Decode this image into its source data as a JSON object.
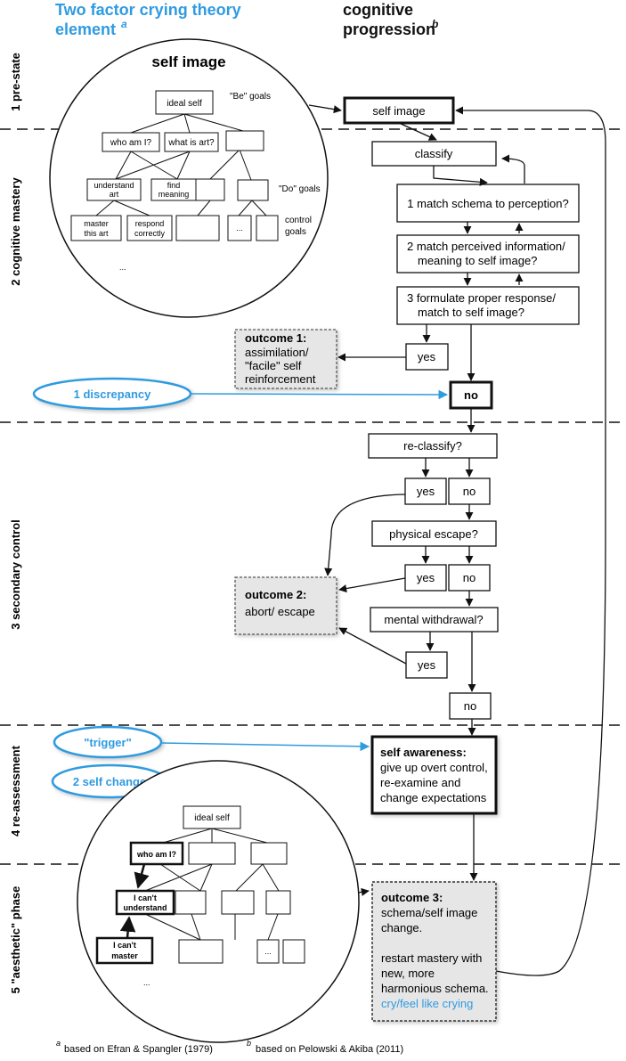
{
  "header": {
    "left_title_line1": "Two factor crying theory",
    "left_title_line2": "element",
    "left_sup": "a",
    "right_title_line1": "cognitive",
    "right_title_line2": "progression",
    "right_sup": "b"
  },
  "phases": {
    "p1": "1 pre-state",
    "p2": "2 cognitive mastery",
    "p3": "3 secondary control",
    "p4": "4 re-assessment",
    "p5": "5 \"aesthetic\" phase"
  },
  "self_image_circle": {
    "title": "self image",
    "ideal_self": "ideal self",
    "be_goals": "\"Be\" goals",
    "who_am_i": "who am I?",
    "what_is_art": "what is art?",
    "understand_art_1": "understand",
    "understand_art_2": "art",
    "find_meaning_1": "find",
    "find_meaning_2": "meaning",
    "do_goals": "\"Do\" goals",
    "master_1": "master",
    "master_2": "this art",
    "respond_1": "respond",
    "respond_2": "correctly",
    "dots": "...",
    "control_goals_1": "control",
    "control_goals_2": "goals",
    "ellipsis": "..."
  },
  "flow": {
    "self_image": "self image",
    "classify": "classify",
    "q1": "1 match schema to perception?",
    "q2_1": "2 match perceived information/",
    "q2_2": "meaning to self image?",
    "q3_1": "3 formulate proper response/",
    "q3_2": "match to self image?",
    "yes1": "yes",
    "no1": "no",
    "reclassify": "re-classify?",
    "yes2": "yes",
    "no2": "no",
    "physical_escape": "physical escape?",
    "yes3": "yes",
    "no3": "no",
    "mental_withdrawal": "mental withdrawal?",
    "yes4": "yes",
    "no4": "no",
    "self_awareness_title": "self awareness:",
    "self_awareness_1": "give up overt control,",
    "self_awareness_2": "re-examine and",
    "self_awareness_3": "change expectations"
  },
  "outcomes": {
    "o1_title": "outcome 1:",
    "o1_1": "assimilation/",
    "o1_2": "\"facile\" self",
    "o1_3": "reinforcement",
    "o2_title": "outcome 2:",
    "o2_1": "abort/ escape",
    "o3_title": "outcome 3:",
    "o3_1": "schema/self image",
    "o3_2": "change.",
    "o3_3": "restart mastery with",
    "o3_4": "new, more",
    "o3_5": "harmonious schema.",
    "o3_6": "cry/feel like crying"
  },
  "ovals": {
    "discrepancy": "1 discrepancy",
    "trigger": "\"trigger\"",
    "self_change": "2 self change"
  },
  "changed_circle": {
    "ideal_self": "ideal self",
    "who_am_i": "who am I?",
    "cant_understand_1": "I can't",
    "cant_understand_2": "understand",
    "cant_master_1": "I can't",
    "cant_master_2": "master",
    "dots": "...",
    "ellipsis": "..."
  },
  "footnotes": {
    "a_sup": "a",
    "a_text": "based on Efran & Spangler (1979)",
    "b_sup": "b",
    "b_text": "based on Pelowski & Akiba (2011)"
  },
  "colors": {
    "accent_blue": "#2f9be0",
    "oval_fill": "#ffffff",
    "outcome_fill": "#e6e6e6",
    "line": "#111111"
  }
}
